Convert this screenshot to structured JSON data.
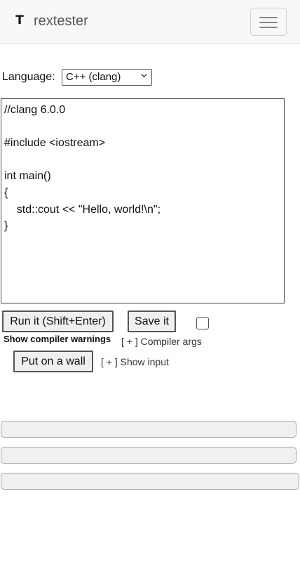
{
  "navbar": {
    "logo_letter": "T",
    "brand": "rextester"
  },
  "language": {
    "label": "Language:",
    "selected": "C++ (clang)"
  },
  "editor": {
    "lines": [
      "//clang 6.0.0",
      "",
      "#include <iostream>",
      "",
      "int main()",
      "{",
      "    std::cout << \"Hello, world!\\n\";",
      "}"
    ]
  },
  "actions": {
    "run_label": "Run it (Shift+Enter)",
    "save_label": "Save it",
    "warnings_label": "Show compiler warnings",
    "warnings_checked": false,
    "compiler_args_label": "[ + ] Compiler args",
    "wall_label": "Put on a wall",
    "show_input_label": "[ + ] Show input"
  }
}
